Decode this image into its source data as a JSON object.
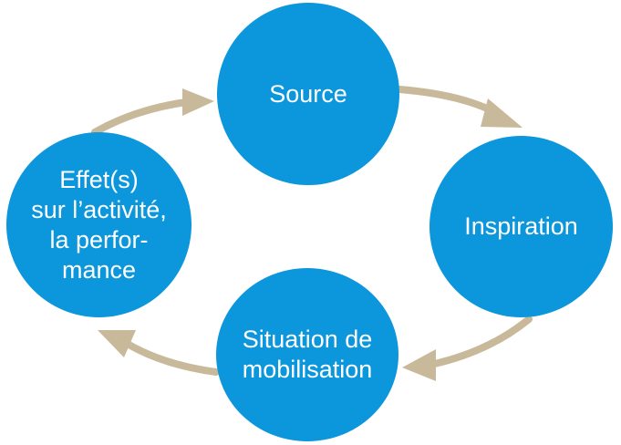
{
  "colors": {
    "node_fill": "#0c96dc",
    "node_text": "#ffffff",
    "arrow": "#c8b99a",
    "background": "#ffffff"
  },
  "nodes": {
    "source": {
      "label": "Source"
    },
    "inspiration": {
      "label": "Inspiration"
    },
    "mobilisation": {
      "label": "Situation de\nmobilisation"
    },
    "effets": {
      "label": "Effet(s)\nsur l’activité,\nla perfor-\nmance"
    }
  },
  "arrows": [
    {
      "from": "source",
      "to": "inspiration"
    },
    {
      "from": "inspiration",
      "to": "mobilisation"
    },
    {
      "from": "mobilisation",
      "to": "effets"
    },
    {
      "from": "effets",
      "to": "source"
    }
  ]
}
